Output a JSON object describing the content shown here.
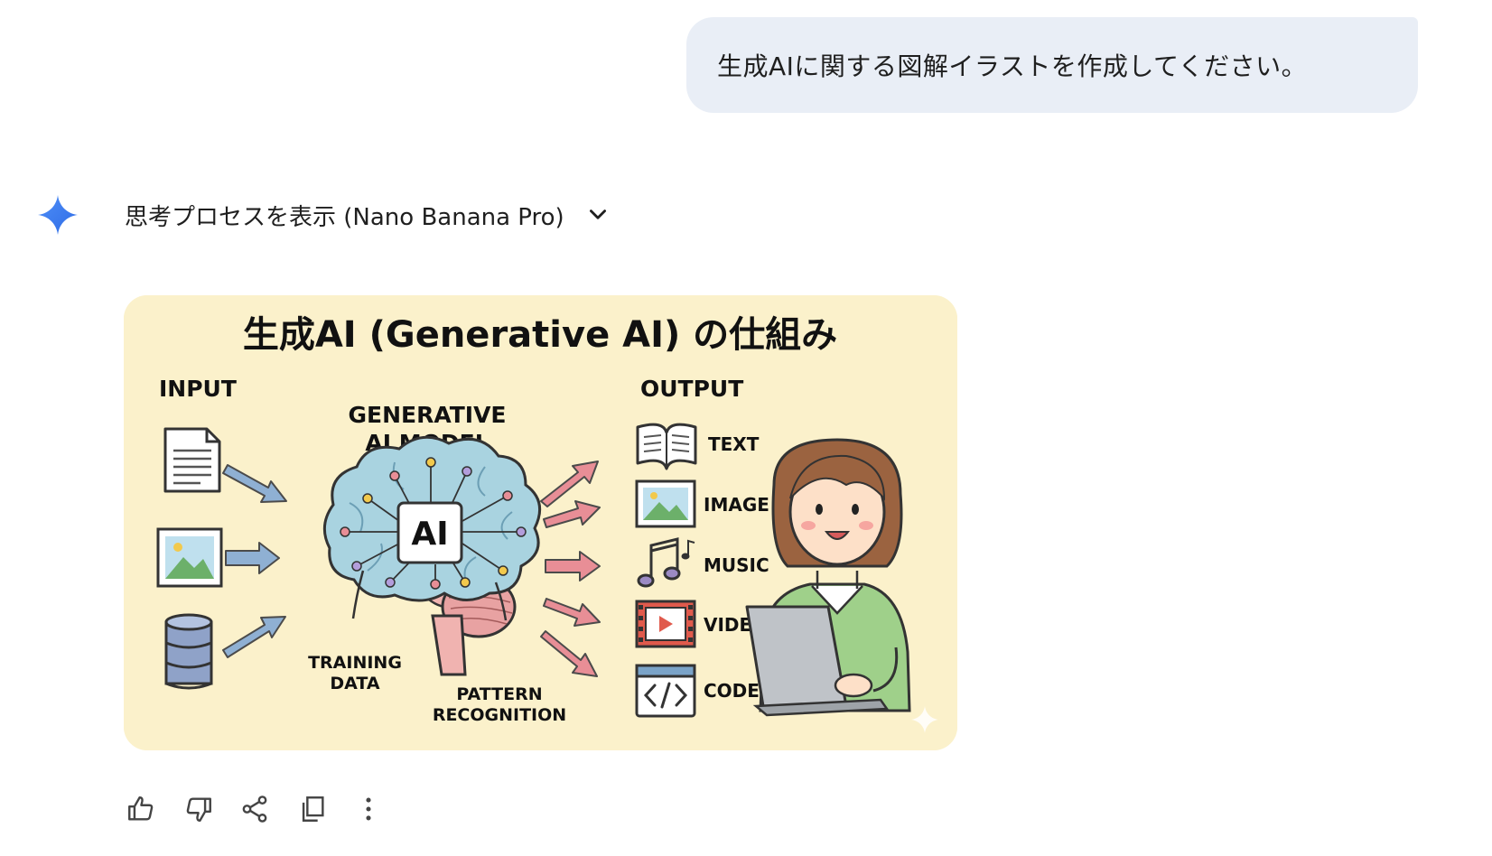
{
  "user_message": {
    "text": "生成AIに関する図解イラストを作成してください。"
  },
  "response": {
    "thinking_toggle_label": "思考プロセスを表示 (Nano Banana Pro)",
    "illustration": {
      "title": "生成AI (Generative AI) の仕組み",
      "input_label": "INPUT",
      "model_label_line1": "GENERATIVE",
      "model_label_line2": "AI MODEL",
      "brain_badge": "AI",
      "output_label": "OUTPUT",
      "outputs": [
        "TEXT",
        "IMAGE",
        "MUSIC",
        "VIDEO",
        "CODE"
      ],
      "training_line1": "TRAINING",
      "training_line2": "DATA",
      "pattern_line1": "PATTERN",
      "pattern_line2": "RECOGNITION"
    }
  },
  "icons": {
    "assistant": "sparkle-icon",
    "thinking_toggle": "chevron-down-icon",
    "actions": [
      "thumbs-up-icon",
      "thumbs-down-icon",
      "share-icon",
      "copy-icon",
      "more-vert-icon"
    ]
  },
  "colors": {
    "user_bubble": "#e9eef6",
    "illustration_background": "#fbf1cb",
    "input_arrows": "#8fb0d3",
    "output_arrows": "#e88e96",
    "brain": "#a9d3e0",
    "sparkle_blue": "#4285f4"
  }
}
